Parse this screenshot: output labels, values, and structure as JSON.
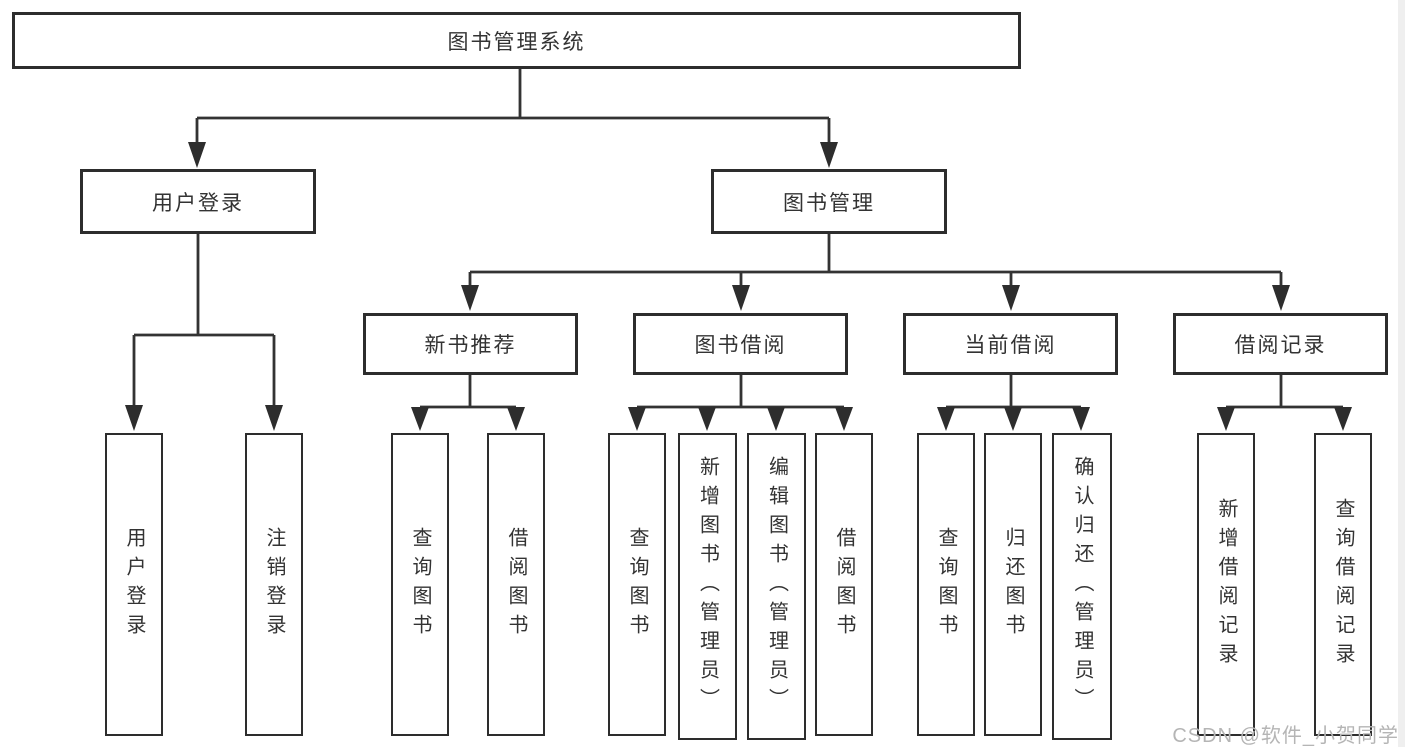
{
  "diagram": {
    "root": {
      "label": "图书管理系统"
    },
    "branches": [
      {
        "label": "用户登录",
        "children": [
          {
            "label": "用户登录"
          },
          {
            "label": "注销登录"
          }
        ]
      },
      {
        "label": "图书管理",
        "children": [
          {
            "label": "新书推荐",
            "children": [
              {
                "label": "查询图书"
              },
              {
                "label": "借阅图书"
              }
            ]
          },
          {
            "label": "图书借阅",
            "children": [
              {
                "label": "查询图书"
              },
              {
                "label": "新增图书（管理员）"
              },
              {
                "label": "编辑图书（管理员）"
              },
              {
                "label": "借阅图书"
              }
            ]
          },
          {
            "label": "当前借阅",
            "children": [
              {
                "label": "查询图书"
              },
              {
                "label": "归还图书"
              },
              {
                "label": "确认归还（管理员）"
              }
            ]
          },
          {
            "label": "借阅记录",
            "children": [
              {
                "label": "新增借阅记录"
              },
              {
                "label": "查询借阅记录"
              }
            ]
          }
        ]
      }
    ]
  },
  "style": {
    "line_color": "#333333",
    "box_border_color": "#2d2d2d",
    "text_color": "#333333",
    "watermark_color": "#b5b5b5"
  },
  "watermark": {
    "text": "CSDN @软件_小贺同学"
  }
}
